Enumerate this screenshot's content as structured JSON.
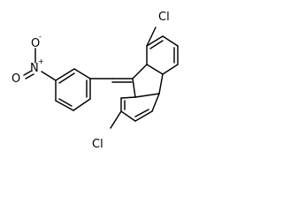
{
  "structure": {
    "atoms": {
      "cl_top": "Cl",
      "cl_bottom": "Cl",
      "nitro_n": "N",
      "nitro_o_top": "O",
      "nitro_o_left": "O",
      "nitro_plus": "+",
      "nitro_minus": "-"
    }
  }
}
